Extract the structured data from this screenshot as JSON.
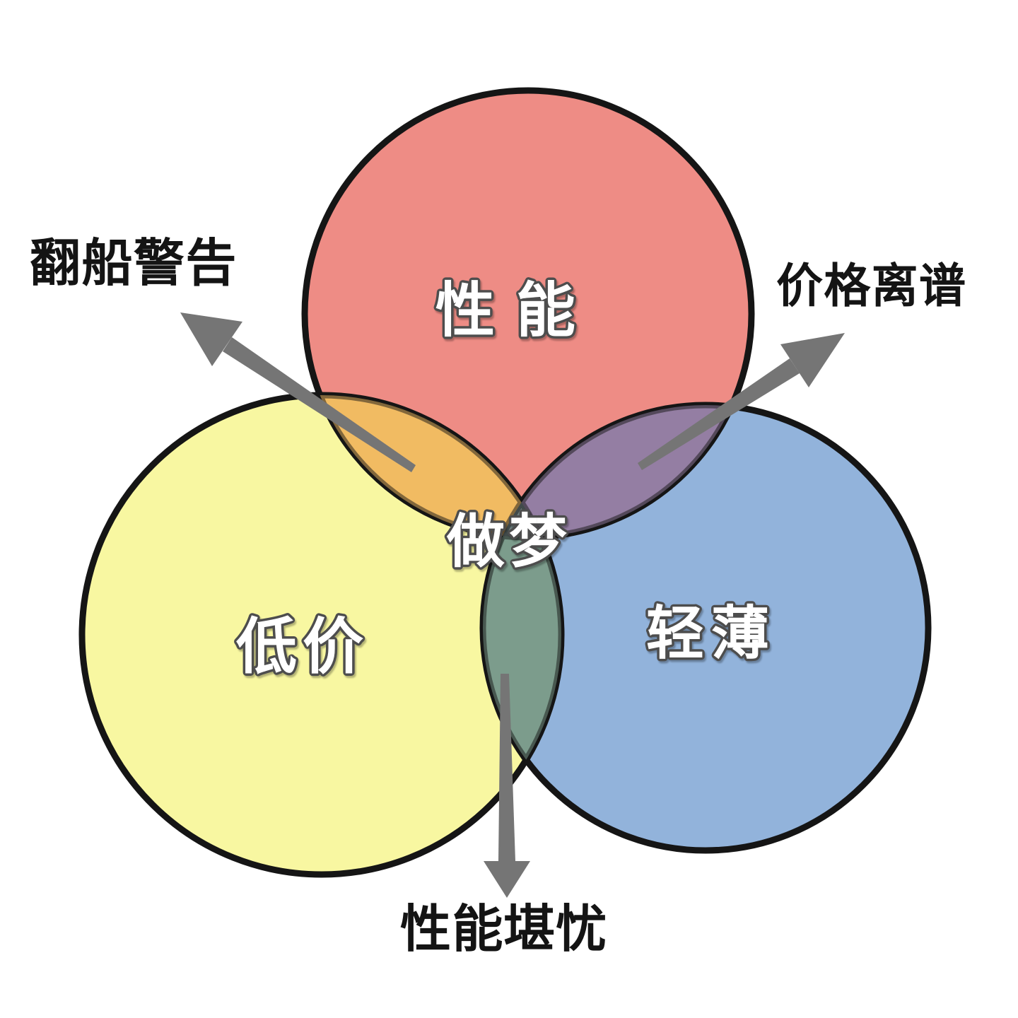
{
  "venn": {
    "outline_color": "#151515",
    "arrow_color": "#757575",
    "label_outline_color": "#4d4d4d",
    "label_text_color": "#ffffff",
    "annotation_text_color": "#141414",
    "circles": {
      "performance": {
        "label": "性能",
        "fill": "#EE8C85"
      },
      "low_price": {
        "label": "低价",
        "fill": "#F8F7A1"
      },
      "thin_light": {
        "label": "轻薄",
        "fill": "#92B3DB"
      }
    },
    "overlaps": {
      "performance_low_price": {
        "fill": "#F1BB62",
        "annotation": "翻船警告"
      },
      "performance_thin_light": {
        "fill": "#947EA3",
        "annotation": "价格离谱"
      },
      "low_price_thin_light": {
        "fill": "#7C9C8C",
        "annotation": "性能堪忧"
      },
      "all_three": {
        "fill": "#6F8080",
        "label": "做梦"
      }
    }
  }
}
